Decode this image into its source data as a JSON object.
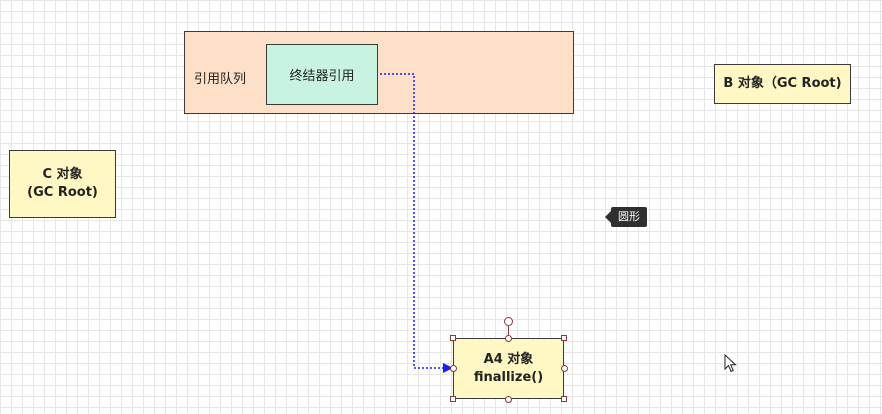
{
  "reference_queue": {
    "label": "引用队列"
  },
  "finalizer_ref": {
    "label": "终结器引用"
  },
  "node_b": {
    "line1": "B 对象（GC Root)"
  },
  "node_c": {
    "line1": "C 对象",
    "line2": "(GC Root)"
  },
  "node_a4": {
    "line1": "A4 对象",
    "line2": "finallize()"
  },
  "tooltip": {
    "text": "圆形"
  },
  "colors": {
    "queue_fill": "#fde0c7",
    "finalizer_fill": "#c8f3e1",
    "node_fill": "#fff7c4",
    "edge": "#1a1aff",
    "tooltip_bg": "#2f2f2f"
  },
  "icons": {
    "pointer": "mouse-pointer-icon"
  }
}
